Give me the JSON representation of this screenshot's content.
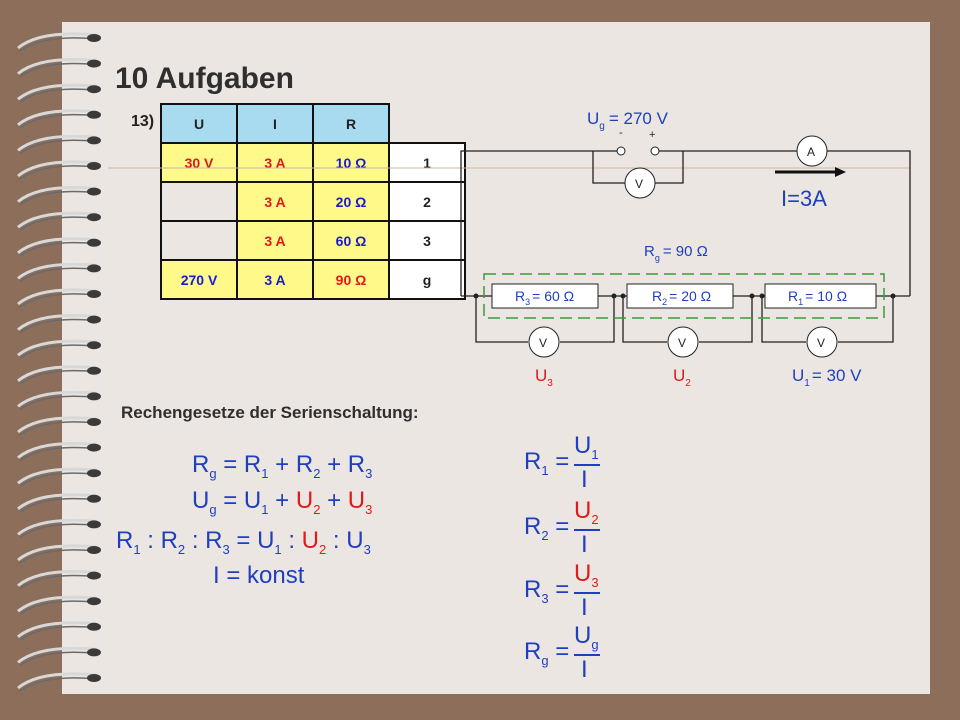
{
  "slide": {
    "title": "10 Aufgaben",
    "task_label": "13)",
    "subtitle": "Rechengesetze der Serienschaltung:"
  },
  "table": {
    "headers": [
      "U",
      "I",
      "R"
    ],
    "rows": [
      {
        "u": "30 V",
        "i": "3 A",
        "r": "10 Ω",
        "idx": "1"
      },
      {
        "u": "",
        "i": "3 A",
        "r": "20 Ω",
        "idx": "2"
      },
      {
        "u": "",
        "i": "3 A",
        "r": "60 Ω",
        "idx": "3"
      },
      {
        "u": "270 V",
        "i": "3 A",
        "r": "90 Ω",
        "idx": "g"
      }
    ]
  },
  "circuit": {
    "source_label": "U",
    "source_sub": "g",
    "source_value": "= 270 V",
    "minus": "-",
    "plus": "+",
    "ammeter": "A",
    "voltmeter": "V",
    "current_label": "I=3A",
    "rg_label": "R",
    "rg_sub": "g",
    "rg_value": "= 90 Ω",
    "r3_sym": "R",
    "r3_sub": "3",
    "r3_val": "= 60 Ω",
    "r2_sym": "R",
    "r2_sub": "2",
    "r2_val": "= 20 Ω",
    "r1_sym": "R",
    "r1_sub": "1",
    "r1_val": "= 10 Ω",
    "u3_sym": "U",
    "u3_sub": "3",
    "u2_sym": "U",
    "u2_sub": "2",
    "u1_sym": "U",
    "u1_sub": "1",
    "u1_val": "= 30 V"
  },
  "formulas": {
    "line1": [
      "R",
      "g",
      " = R",
      "1",
      " + R",
      "2",
      " + R",
      "3"
    ],
    "line2": [
      "U",
      "g",
      " = U",
      "1",
      " + ",
      "U",
      "2",
      " + ",
      "U",
      "3"
    ],
    "line3": [
      "R",
      "1",
      " : R",
      "2",
      " : R",
      "3",
      " = U",
      "1",
      " : ",
      "U",
      "2",
      " : ",
      "U",
      "3"
    ],
    "line4": "I = konst",
    "ratios": [
      {
        "lhs": "R",
        "lsub": "1",
        "num": "U",
        "nsub": "1",
        "den": "I",
        "red": false
      },
      {
        "lhs": "R",
        "lsub": "2",
        "num": "U",
        "nsub": "2",
        "den": "I",
        "red": true
      },
      {
        "lhs": "R",
        "lsub": "3",
        "num": "U",
        "nsub": "3",
        "den": "I",
        "red": true
      },
      {
        "lhs": "R",
        "lsub": "g",
        "num": "U",
        "nsub": "g",
        "den": "I",
        "red": false
      }
    ]
  },
  "colors": {
    "blue": "#1f3fbf",
    "red": "#e01a1a",
    "header_cell": "#a8daf0",
    "yellow_cell": "#fff98a",
    "green_dash": "#3c9a3c"
  }
}
